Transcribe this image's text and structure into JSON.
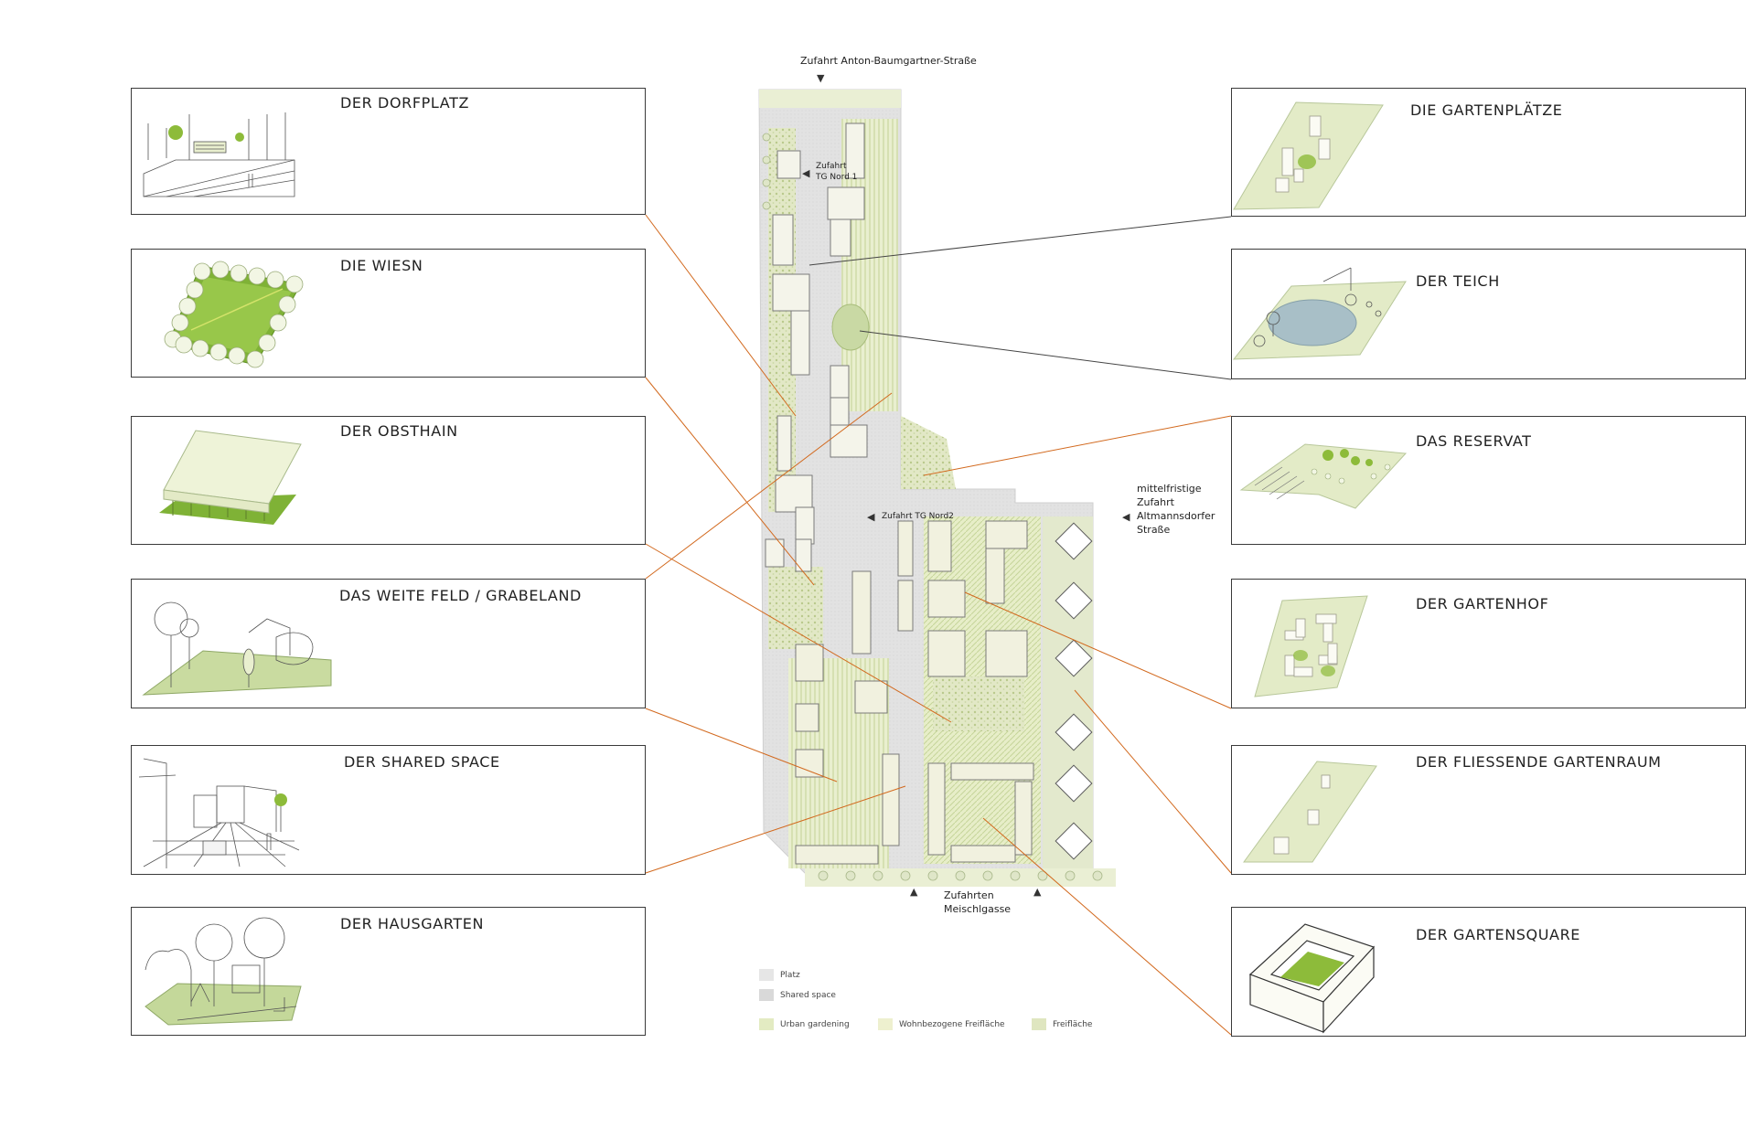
{
  "plan_labels": {
    "top_access": "Zufahrt Anton-Baumgartner-Straße",
    "tg_nord1_line1": "Zufahrt",
    "tg_nord1_line2": "TG Nord 1",
    "tg_nord2": "Zufahrt TG Nord2",
    "east_line1": "mittelfristige",
    "east_line2": "Zufahrt",
    "east_line3": "Altmannsdorfer",
    "east_line4": "Straße",
    "south_line1": "Zufahrten",
    "south_line2": "Meischlgasse"
  },
  "left_panels": [
    {
      "title": "DER DORFPLATZ",
      "icon": "sketch-village-square"
    },
    {
      "title": "DIE WIESN",
      "icon": "meadow-with-tree-border"
    },
    {
      "title": "DER OBSTHAIN",
      "icon": "orchard-block"
    },
    {
      "title": "DAS WEITE FELD / GRABELAND",
      "icon": "sketch-open-field"
    },
    {
      "title": "DER SHARED SPACE",
      "icon": "sketch-shared-street"
    },
    {
      "title": "DER HAUSGARTEN",
      "icon": "sketch-house-garden"
    }
  ],
  "right_panels": [
    {
      "title": "DIE GARTENPLÄTZE",
      "icon": "garden-plazas-axonometric"
    },
    {
      "title": "DER TEICH",
      "icon": "pond-axonometric"
    },
    {
      "title": "DAS RESERVAT",
      "icon": "reserve-axonometric"
    },
    {
      "title": "DER GARTENHOF",
      "icon": "courtyard-garden-axonometric"
    },
    {
      "title": "DER FLIESSENDE GARTENRAUM",
      "icon": "flowing-garden-axonometric"
    },
    {
      "title": "DER GARTENSQUARE",
      "icon": "garden-square-axonometric"
    }
  ],
  "legend": [
    {
      "label": "Platz",
      "color": "#e6e6e6"
    },
    {
      "label": "Shared space",
      "color": "#d9d9d9"
    },
    {
      "label": "Urban gardening",
      "color": "#e3ebc2"
    },
    {
      "label": "Wohnbezogene Freifläche",
      "color": "#eef0cf"
    },
    {
      "label": "Freifläche",
      "color": "#dfe6c0"
    }
  ],
  "colors": {
    "leader_left": "#d2691e",
    "leader_right_dark": "#444444",
    "green_dark": "#8dbb3a",
    "green_light": "#dfe8c2",
    "plaza_grey": "#dcdcdc"
  }
}
